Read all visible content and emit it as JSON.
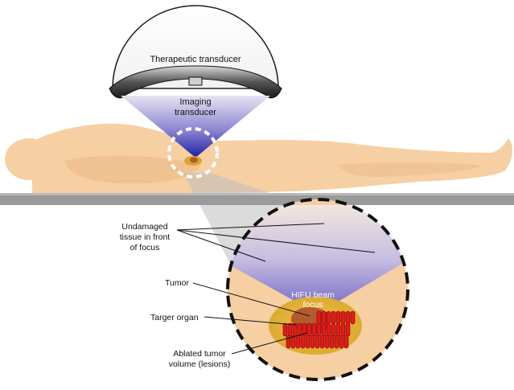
{
  "labels": {
    "therapeutic_transducer": "Therapeutic transducer",
    "imaging_transducer_line1": "Imaging",
    "imaging_transducer_line2": "transducer",
    "undamaged_line1": "Undamaged",
    "undamaged_line2": "tissue in front",
    "undamaged_line3": "of focus",
    "tumor": "Tumor",
    "target_organ": "Targer organ",
    "ablated_line1": "Ablated tumor",
    "ablated_line2": "volume (lesions)",
    "hifu_line1": "HIFU beam",
    "hifu_line2": "focus"
  },
  "colors": {
    "skin": "#f6cfa3",
    "skin_shadow": "#efbd8c",
    "table": "#9a9a9a",
    "beam_dark": "#2a2aa8",
    "beam_light": "#d9d6ee",
    "organ": "#e3b43a",
    "tumor": "#b35a2f",
    "lesion": "#e11b1b"
  }
}
